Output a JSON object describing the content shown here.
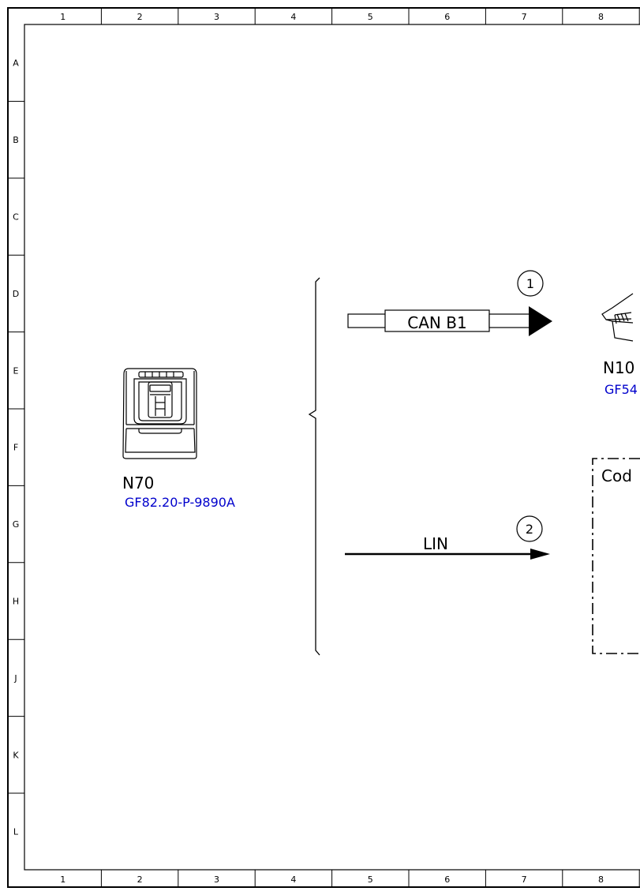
{
  "frame": {
    "columns": [
      "1",
      "2",
      "3",
      "4",
      "5",
      "6",
      "7",
      "8"
    ],
    "rows": [
      "A",
      "B",
      "C",
      "D",
      "E",
      "F",
      "G",
      "H",
      "J",
      "K",
      "L"
    ]
  },
  "components": {
    "n70": {
      "designation": "N70",
      "reference": "GF82.20-P-9890A"
    },
    "n10": {
      "designation": "N10",
      "reference": "GF54"
    }
  },
  "connections": {
    "can": {
      "label": "CAN B1",
      "number": "1"
    },
    "lin": {
      "label": "LIN",
      "number": "2"
    }
  },
  "coding_box": {
    "label": "Cod"
  },
  "colors": {
    "line": "#000000",
    "reference_text": "#0000cc",
    "background": "#ffffff"
  }
}
